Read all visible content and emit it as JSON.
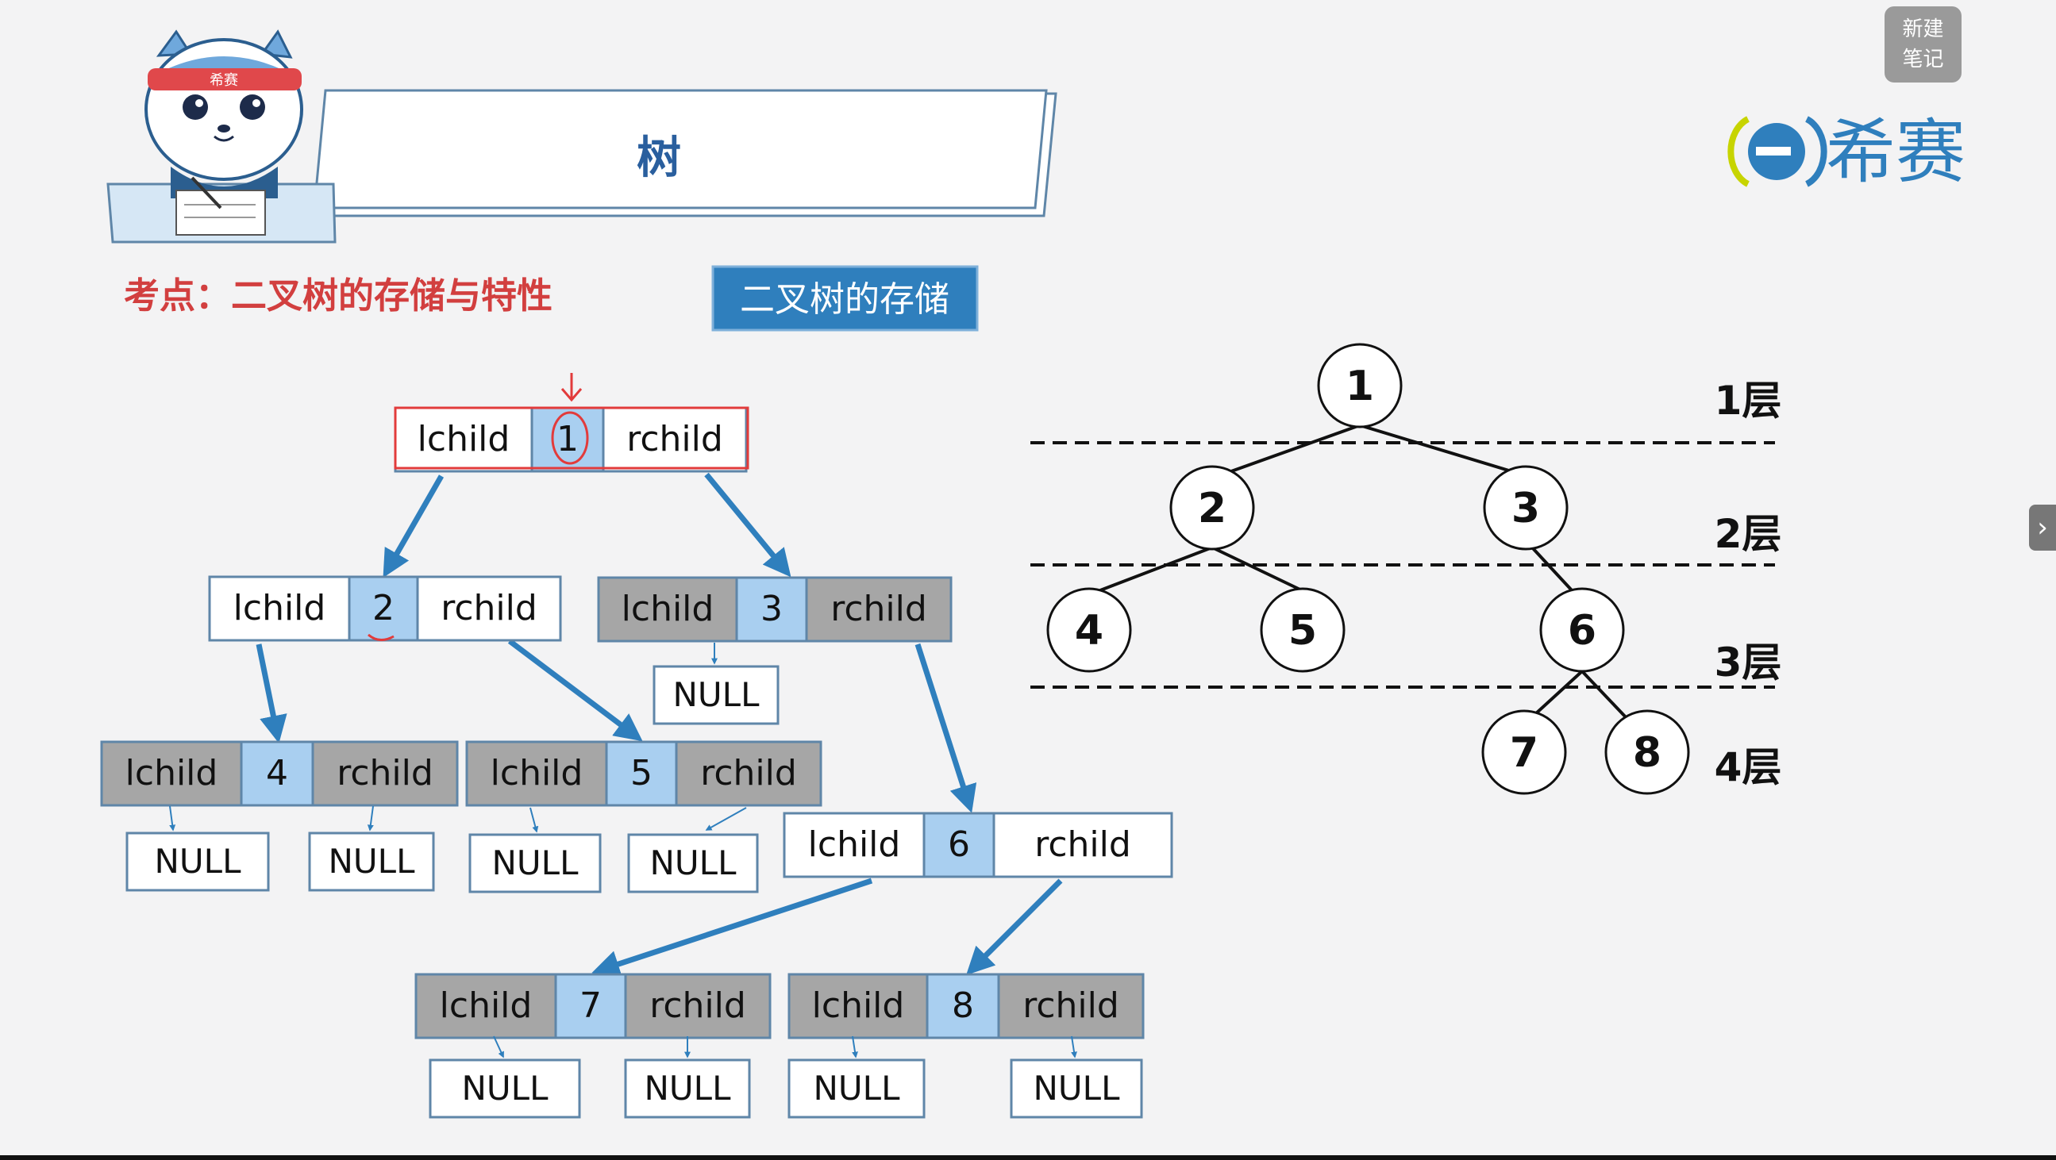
{
  "banner": {
    "title": "树"
  },
  "mascot": {
    "headband": "希赛"
  },
  "topic": {
    "text": "考点：二叉树的存储与特性"
  },
  "tag": {
    "text": "二叉树的存储"
  },
  "logo": {
    "text": "希赛"
  },
  "note_button": {
    "line1": "新建",
    "line2": "笔记"
  },
  "side_tab": {
    "icon": "chevron-right-icon",
    "glyph": "›"
  },
  "colors": {
    "accent_blue": "#2f7fbd",
    "value_cell": "#a9cff0",
    "null_cell": "#a6a6a6",
    "annotation_red": "#e23b3b",
    "topic_red": "#d23f3f",
    "banner_text": "#2a5f9e"
  },
  "linked_nodes": [
    {
      "lchild": "lchild",
      "value": "1",
      "rchild": "rchild"
    },
    {
      "lchild": "lchild",
      "value": "2",
      "rchild": "rchild"
    },
    {
      "lchild": "lchild",
      "value": "3",
      "rchild": "rchild"
    },
    {
      "lchild": "lchild",
      "value": "4",
      "rchild": "rchild"
    },
    {
      "lchild": "lchild",
      "value": "5",
      "rchild": "rchild"
    },
    {
      "lchild": "lchild",
      "value": "6",
      "rchild": "rchild"
    },
    {
      "lchild": "lchild",
      "value": "7",
      "rchild": "rchild"
    },
    {
      "lchild": "lchild",
      "value": "8",
      "rchild": "rchild"
    }
  ],
  "null_label": "NULL",
  "tree_nodes": [
    "1",
    "2",
    "3",
    "4",
    "5",
    "6",
    "7",
    "8"
  ],
  "levels": [
    "1层",
    "2层",
    "3层",
    "4层"
  ]
}
